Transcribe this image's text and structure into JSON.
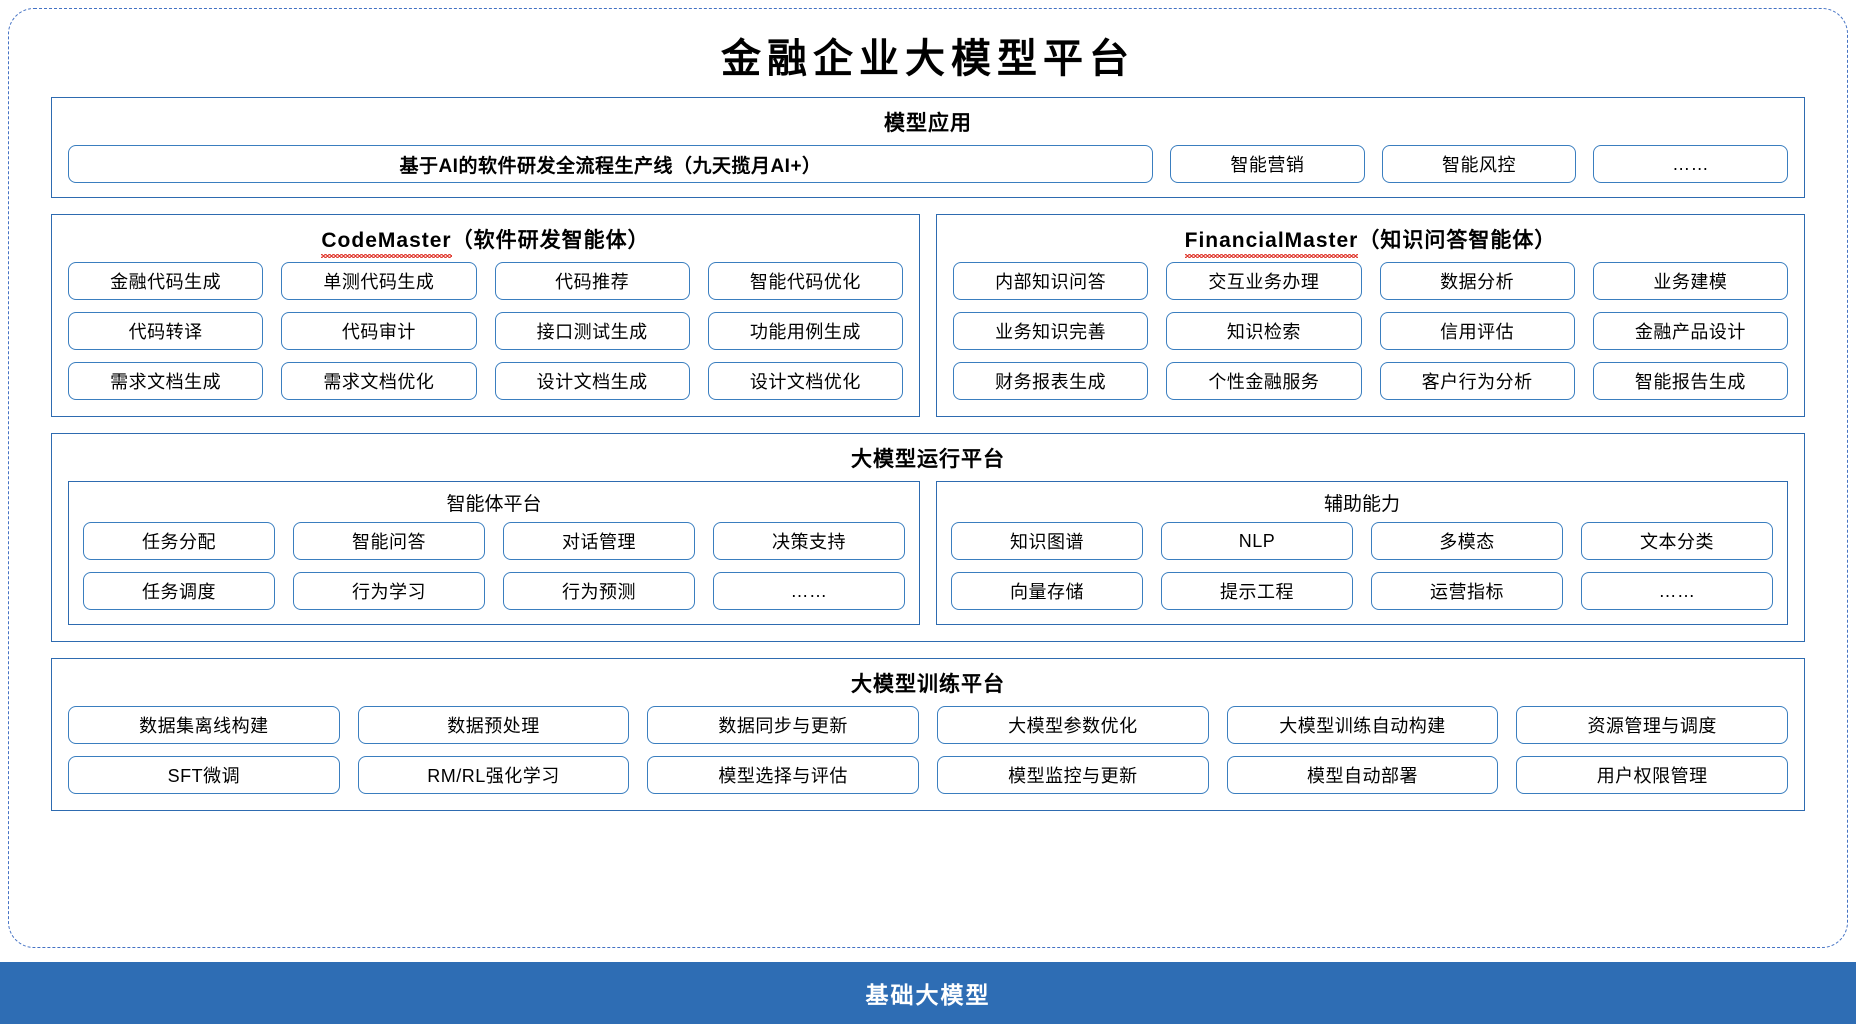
{
  "page": {
    "title": "金融企业大模型平台",
    "accent_blue": "#2e6bb0",
    "chip_border": "#3a7ebf",
    "dashed_frame": "#4472c4",
    "base_bar_bg": "#2e6db4",
    "spellcheck_underline": "#e03a2f"
  },
  "model_application": {
    "title": "模型应用",
    "wide_item": "基于AI的软件研发全流程生产线（九天揽月AI+）",
    "items": [
      "智能营销",
      "智能风控",
      "……"
    ]
  },
  "agents": [
    {
      "name_latin": "CodeMaster",
      "name_cn": "（软件研发智能体）",
      "rows": [
        [
          "金融代码生成",
          "单测代码生成",
          "代码推荐",
          "智能代码优化"
        ],
        [
          "代码转译",
          "代码审计",
          "接口测试生成",
          "功能用例生成"
        ],
        [
          "需求文档生成",
          "需求文档优化",
          "设计文档生成",
          "设计文档优化"
        ]
      ]
    },
    {
      "name_latin": "FinancialMaster",
      "name_cn": "（知识问答智能体）",
      "rows": [
        [
          "内部知识问答",
          "交互业务办理",
          "数据分析",
          "业务建模"
        ],
        [
          "业务知识完善",
          "知识检索",
          "信用评估",
          "金融产品设计"
        ],
        [
          "财务报表生成",
          "个性金融服务",
          "客户行为分析",
          "智能报告生成"
        ]
      ]
    }
  ],
  "runtime_platform": {
    "title": "大模型运行平台",
    "columns": [
      {
        "title": "智能体平台",
        "rows": [
          [
            "任务分配",
            "智能问答",
            "对话管理",
            "决策支持"
          ],
          [
            "任务调度",
            "行为学习",
            "行为预测",
            "……"
          ]
        ]
      },
      {
        "title": "辅助能力",
        "rows": [
          [
            "知识图谱",
            "NLP",
            "多模态",
            "文本分类"
          ],
          [
            "向量存储",
            "提示工程",
            "运营指标",
            "……"
          ]
        ]
      }
    ]
  },
  "training_platform": {
    "title": "大模型训练平台",
    "rows": [
      [
        "数据集离线构建",
        "数据预处理",
        "数据同步与更新",
        "大模型参数优化",
        "大模型训练自动构建",
        "资源管理与调度"
      ],
      [
        "SFT微调",
        "RM/RL强化学习",
        "模型选择与评估",
        "模型监控与更新",
        "模型自动部署",
        "用户权限管理"
      ]
    ]
  },
  "base_model": {
    "label": "基础大模型"
  }
}
